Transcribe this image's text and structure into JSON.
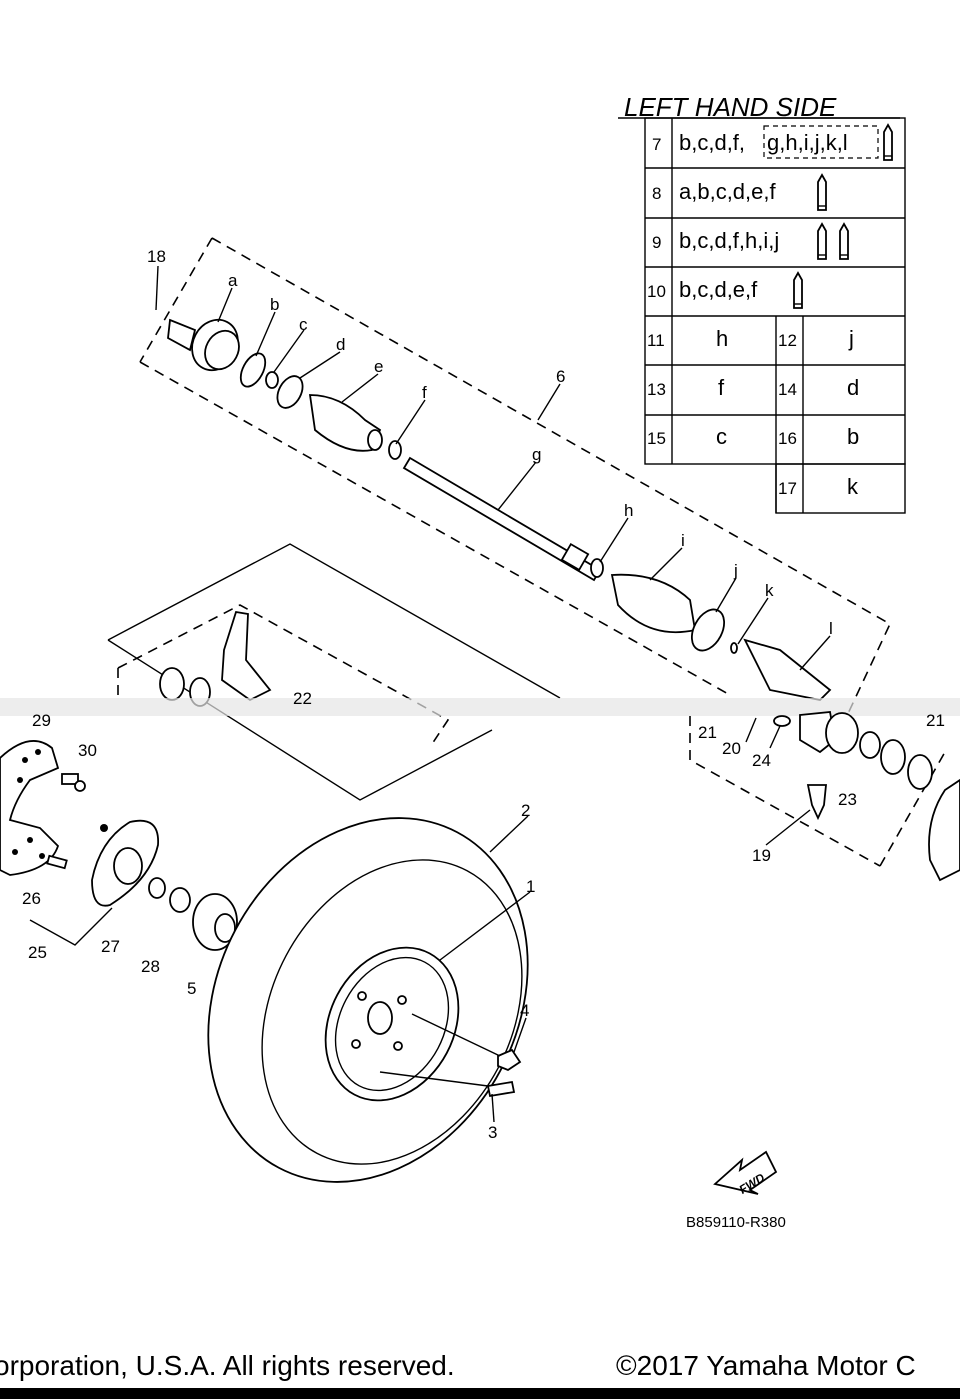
{
  "table": {
    "title": "LEFT HAND SIDE",
    "rows": [
      {
        "num": "7",
        "letters": "b,c,d,f,",
        "boxed": "g,h,i,j,k,l"
      },
      {
        "num": "8",
        "letters": "a,b,c,d,e,f"
      },
      {
        "num": "9",
        "letters": "b,c,d,f,h,i,j"
      },
      {
        "num": "10",
        "letters": "b,c,d,e,f"
      }
    ],
    "pairs": [
      {
        "n1": "11",
        "v1": "h",
        "n2": "12",
        "v2": "j"
      },
      {
        "n1": "13",
        "v1": "f",
        "n2": "14",
        "v2": "d"
      },
      {
        "n1": "15",
        "v1": "c",
        "n2": "16",
        "v2": "b"
      },
      {
        "n2": "17",
        "v2": "k"
      }
    ]
  },
  "callouts": {
    "c18": "18",
    "ca": "a",
    "cb": "b",
    "cc": "c",
    "cd": "d",
    "ce": "e",
    "cf": "f",
    "c6": "6",
    "cg": "g",
    "ch": "h",
    "ci": "i",
    "cj": "j",
    "ck": "k",
    "cl": "l",
    "c22": "22",
    "c29": "29",
    "c30": "30",
    "c2": "2",
    "c1": "1",
    "c26": "26",
    "c25": "25",
    "c27": "27",
    "c28": "28",
    "c5": "5",
    "c4": "4",
    "c3": "3",
    "c21a": "21",
    "c20": "20",
    "c24": "24",
    "c21b": "21",
    "c23": "23",
    "c19": "19"
  },
  "fwd_label": "FWD",
  "drawing_code": "B859110-R380",
  "footer": {
    "left": "orporation, U.S.A. All rights reserved.",
    "right": "©2017 Yamaha Motor C"
  }
}
